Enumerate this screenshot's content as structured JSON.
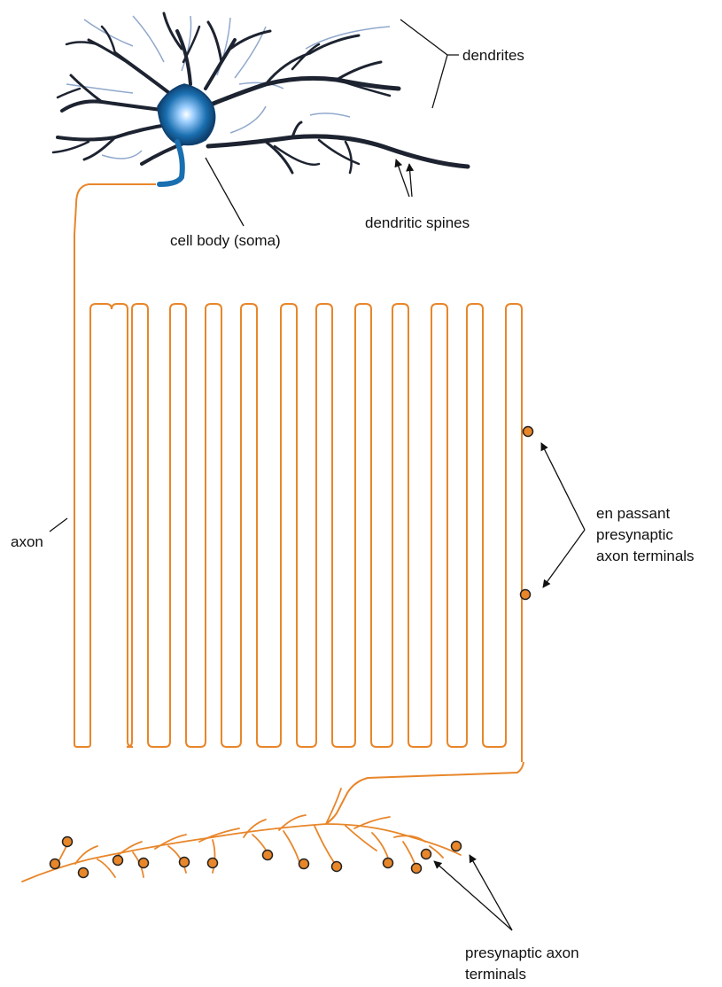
{
  "labels": {
    "dendrites": "dendrites",
    "dendritic_spines": "dendritic spines",
    "cell_body": "cell body (soma)",
    "axon": "axon",
    "en_passant_line1": "en passant",
    "en_passant_line2": "presynaptic",
    "en_passant_line3": "axon terminals",
    "terminals_line1": "presynaptic axon",
    "terminals_line2": "terminals"
  },
  "colors": {
    "axon": "#e8862a",
    "terminal_fill": "#e8862a",
    "terminal_stroke": "#222222",
    "dendrite_dark": "#1d2330",
    "dendrite_light": "#8fa8cc",
    "soma": "#1a6fb0",
    "soma_highlight": "#ffffff",
    "text": "#111111"
  }
}
